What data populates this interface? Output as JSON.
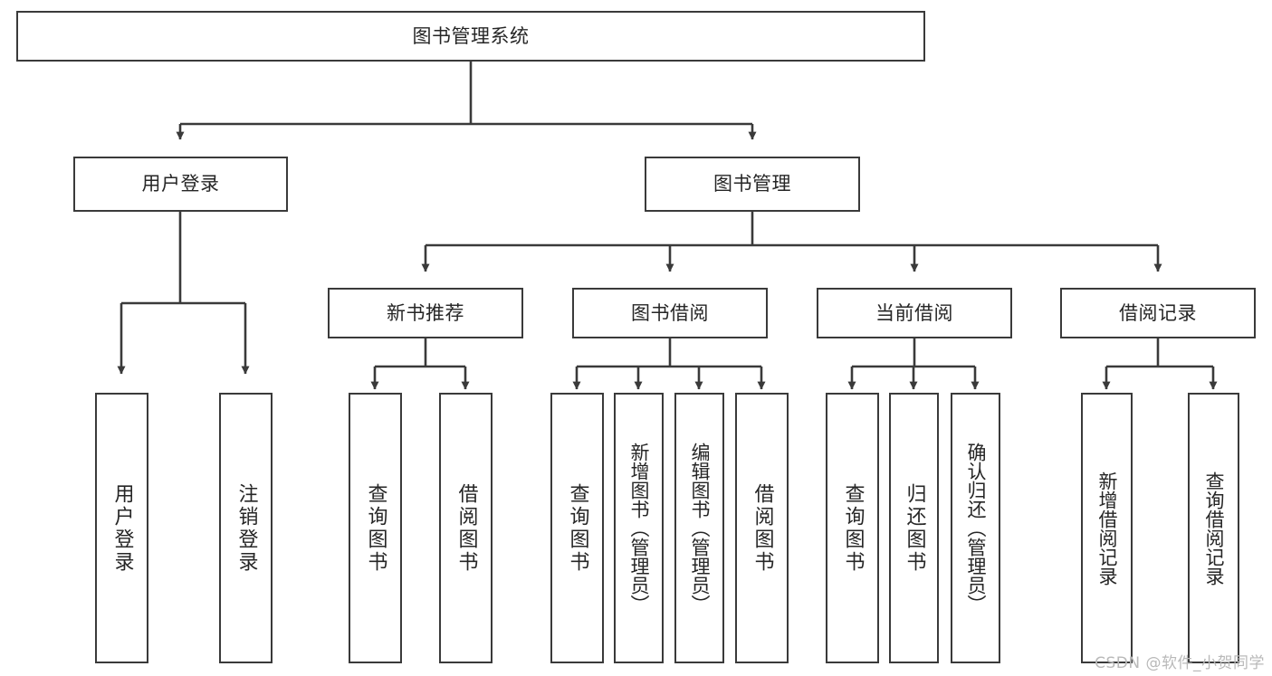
{
  "diagram": {
    "title": "图书管理系统",
    "type": "tree-hierarchy",
    "watermark": "CSDN @软件_小贺同学",
    "colors": {
      "border": "#3a3a3a",
      "fill": "#ffffff",
      "text": "#262626",
      "watermark": "#b9b9b9"
    },
    "nodes": {
      "root": "图书管理系统",
      "level2": [
        "用户登录",
        "图书管理"
      ],
      "level3": [
        "新书推荐",
        "图书借阅",
        "当前借阅",
        "借阅记录"
      ],
      "leaves": {
        "user_login": [
          "用户登录",
          "注销登录"
        ],
        "new_book_recommend": [
          "查询图书",
          "借阅图书"
        ],
        "book_borrow": [
          "查询图书",
          "新增图书（管理员）",
          "编辑图书（管理员）",
          "借阅图书"
        ],
        "current_borrow": [
          "查询图书",
          "归还图书",
          "确认归还（管理员）"
        ],
        "borrow_record": [
          "新增借阅记录",
          "查询借阅记录"
        ]
      }
    }
  }
}
